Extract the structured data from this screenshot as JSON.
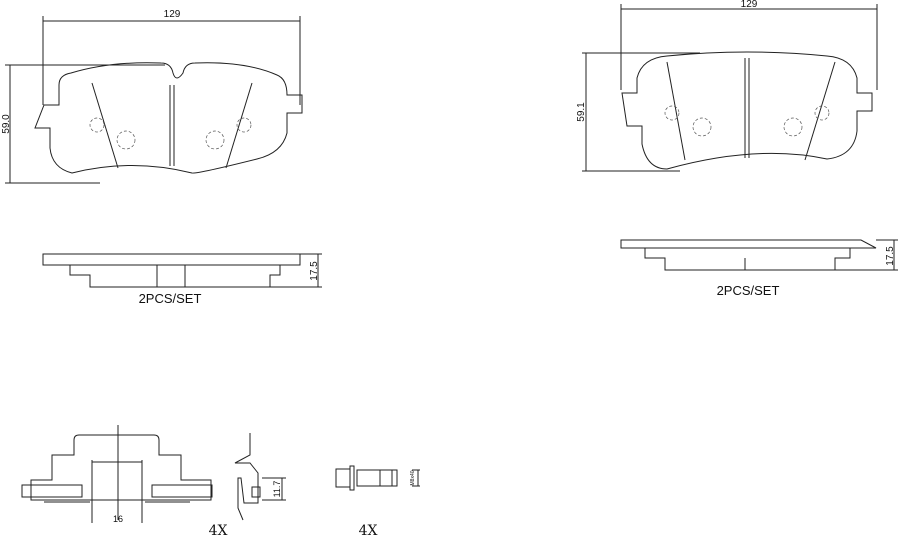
{
  "left_pad": {
    "width_dim": "129",
    "height_dim": "59.0",
    "thickness_dim": "17.5",
    "set_label": "2PCS/SET"
  },
  "right_pad": {
    "width_dim": "129",
    "height_dim": "59.1",
    "thickness_dim": "17.5",
    "set_label": "2PCS/SET"
  },
  "accessories": {
    "clip_spacing_dim": "16",
    "spring_height_dim": "11.7",
    "spring_qty": "4X",
    "bolt_thread": "M8x40",
    "bolt_qty": "4X"
  }
}
